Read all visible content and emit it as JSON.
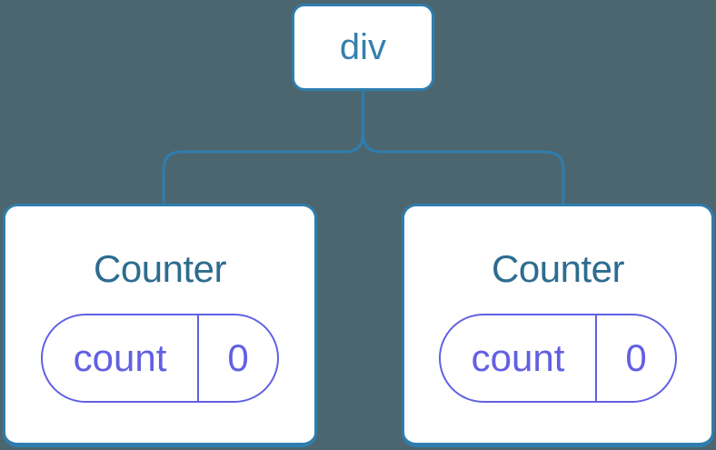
{
  "colors": {
    "background": "#4C6670",
    "node_fill": "#FFFFFF",
    "line_blue": "#2F7DAE",
    "root_label_blue": "#3580AD",
    "title_blue": "#2D6C90",
    "state_purple": "#6260E2"
  },
  "tree": {
    "root": {
      "label": "div"
    },
    "children": [
      {
        "title": "Counter",
        "state": {
          "key": "count",
          "value": "0"
        }
      },
      {
        "title": "Counter",
        "state": {
          "key": "count",
          "value": "0"
        }
      }
    ]
  }
}
